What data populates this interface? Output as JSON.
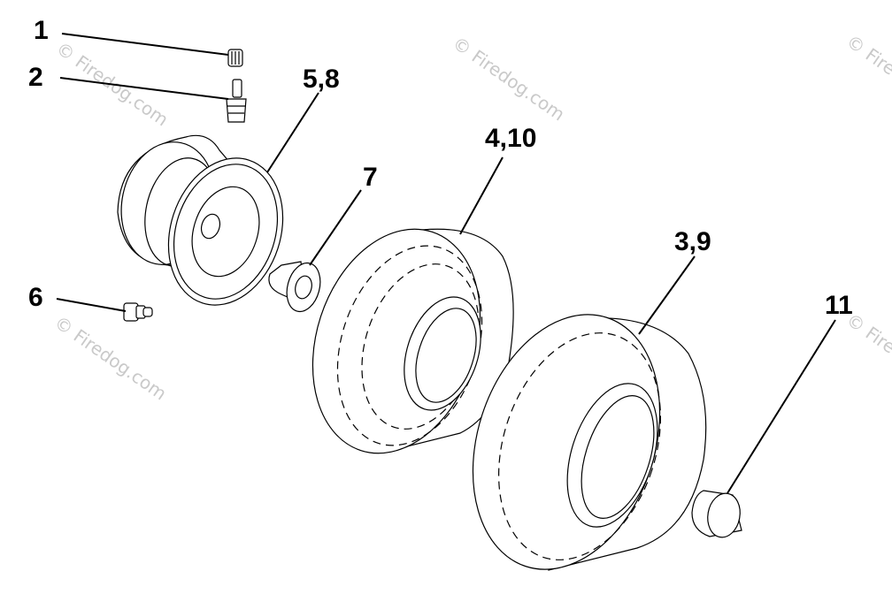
{
  "watermark": "© Firedog.com",
  "callouts": {
    "c1": "1",
    "c2": "2",
    "c3": "5,8",
    "c4": "7",
    "c5": "6",
    "c6": "4,10",
    "c7": "3,9",
    "c8": "11"
  },
  "colors": {
    "ink": "#000000",
    "watermark": "#c9c9c9",
    "background": "#ffffff"
  }
}
